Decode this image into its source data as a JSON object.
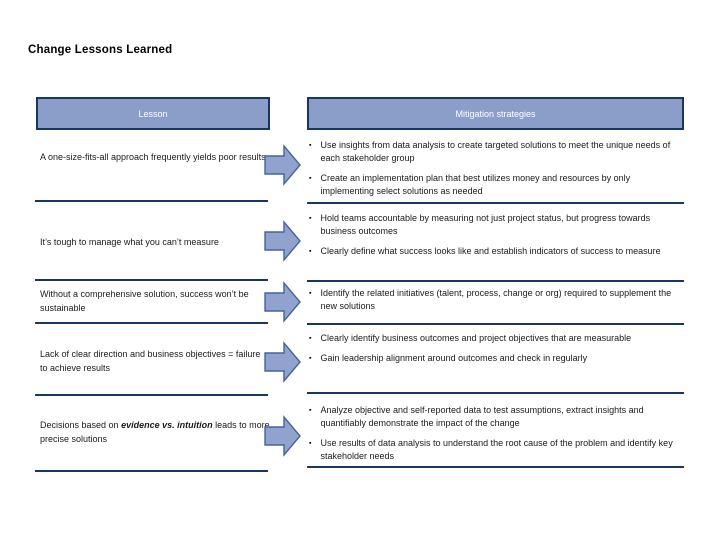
{
  "slide_title": "Change Lessons Learned",
  "table": {
    "headers": {
      "lesson": "Lesson",
      "mitigation": "Mitigation strategies"
    },
    "rows": [
      {
        "lesson": "A one-size-fits-all approach frequently yields poor results",
        "bullets": [
          "Use insights from data analysis to create targeted solutions to meet the unique needs of each stakeholder group",
          "Create an implementation plan that best utilizes money and resources by only implementing select solutions as needed"
        ]
      },
      {
        "lesson": "It’s tough to manage what you can’t measure",
        "bullets": [
          "Hold teams accountable by measuring not just project status, but progress towards business outcomes",
          "Clearly define what success looks like and establish indicators of success to measure"
        ]
      },
      {
        "lesson": "Without a comprehensive solution, success won’t be sustainable",
        "bullets": [
          "Identify the related initiatives (talent, process, change or org) required to supplement the new solutions"
        ]
      },
      {
        "lesson": "Lack of clear direction and business objectives = failure to achieve results",
        "bullets": [
          "Clearly identify business outcomes and project objectives that are measurable",
          "Gain leadership alignment around outcomes and check in regularly"
        ]
      },
      {
        "lesson_parts": {
          "prefix": "Decisions based on ",
          "emphasis": "evidence vs. intuition",
          "suffix": " leads to more precise solutions"
        },
        "bullets": [
          "Analyze objective and self-reported data to test assumptions, extract insights and quantifiably demonstrate the impact of the change",
          "Use results of data analysis to understand the root cause of the problem and identify key stakeholder needs"
        ]
      }
    ]
  },
  "icons": {
    "bullet": "▪",
    "arrow": "right-block-arrow"
  },
  "colors": {
    "header_fill": "#8B9ECA",
    "border_navy": "#17375E",
    "arrow_fill": "#90A3CF",
    "arrow_stroke": "#47639B",
    "text": "#1A1A1A",
    "header_text": "#FFFFFF"
  }
}
